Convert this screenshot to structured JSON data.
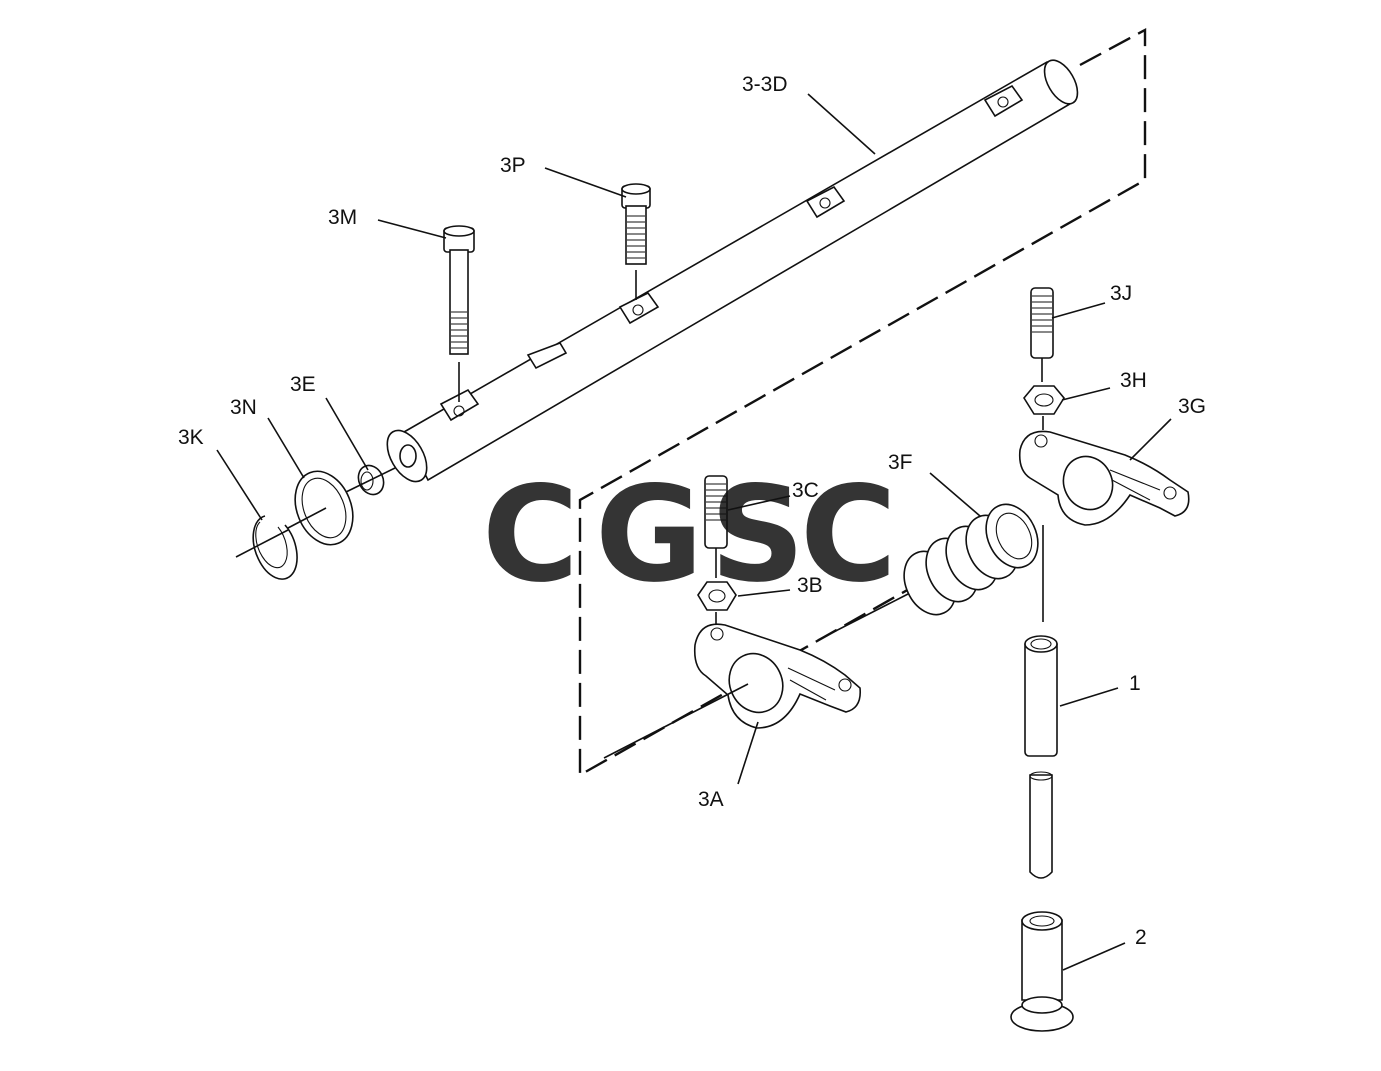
{
  "diagram": {
    "callouts": [
      {
        "id": "rocker-shaft",
        "label": "3-3D"
      },
      {
        "id": "bolt-3p",
        "label": "3P"
      },
      {
        "id": "bolt-3m",
        "label": "3M"
      },
      {
        "id": "stud-3j",
        "label": "3J"
      },
      {
        "id": "nut-3h",
        "label": "3H"
      },
      {
        "id": "rocker-arm-3g",
        "label": "3G"
      },
      {
        "id": "plug-3e",
        "label": "3E"
      },
      {
        "id": "washer-3n",
        "label": "3N"
      },
      {
        "id": "retaining-ring-3k",
        "label": "3K"
      },
      {
        "id": "spring-3f",
        "label": "3F"
      },
      {
        "id": "stud-3c",
        "label": "3C"
      },
      {
        "id": "nut-3b",
        "label": "3B"
      },
      {
        "id": "rocker-arm-3a",
        "label": "3A"
      },
      {
        "id": "push-rod-1",
        "label": "1"
      },
      {
        "id": "lifter-2",
        "label": "2"
      }
    ]
  },
  "watermark": {
    "letters": [
      "C",
      "G",
      "S",
      "C"
    ],
    "colors": [
      "#8ab4f8",
      "#f4a29a",
      "#f7dc7a",
      "#8cc9a8"
    ]
  }
}
